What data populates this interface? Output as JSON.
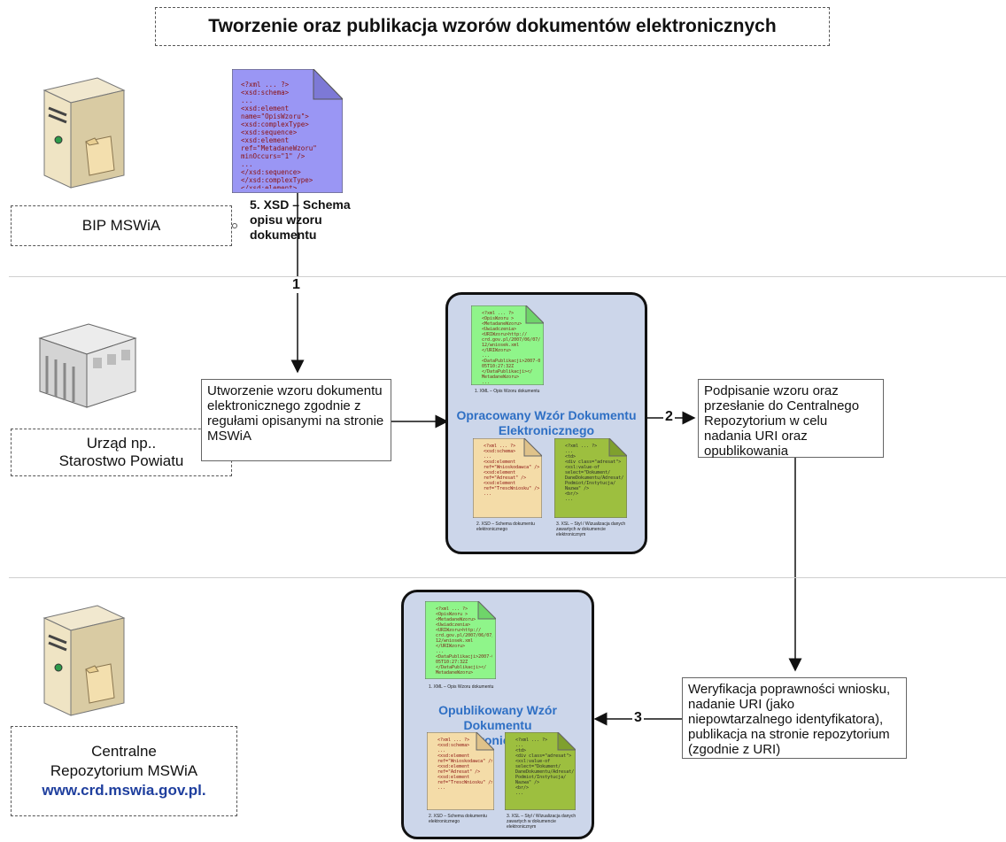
{
  "title": "Tworzenie oraz publikacja wzorów dokumentów elektronicznych",
  "lanes": {
    "top": {
      "label": "BIP MSWiA"
    },
    "middle": {
      "label_line1": "Urząd np..",
      "label_line2": "Starostwo Powiatu"
    },
    "bottom": {
      "label_line1": "Centralne",
      "label_line2": "Repozytorium MSWiA",
      "url": "www.crd.mswia.gov.pl."
    }
  },
  "xsd_doc": {
    "code": "<?xml ... ?>\n<xsd:schema>\n...\n<xsd:element\nname=\"OpisWzoru\">\n<xsd:complexType>\n<xsd:sequence>\n<xsd:element\nref=\"MetadaneWzoru\"\nminOccurs=\"1\" />\n...\n</xsd:sequence>\n</xsd:complexType>\n</xsd:element>",
    "caption_line1": "5. XSD – Schema",
    "caption_line2": "opisu wzoru",
    "caption_line3": "dokumentu"
  },
  "boxes": {
    "create": "Utworzenie wzoru dokumentu elektronicznego zgodnie z regułami opisanymi na stronie MSWiA",
    "sign": "Podpisanie wzoru oraz przesłanie do Centralnego Repozytorium w celu nadania URI oraz opublikowania",
    "verify": "Weryfikacja poprawności wniosku, nadanie URI (jako niepowtarzalnego identyfikatora), publikacja na stronie repozytorium (zgodnie z URI)"
  },
  "steps": {
    "s1": "1",
    "s2": "2",
    "s3": "3"
  },
  "panels": {
    "draft": {
      "title_line1": "Opracowany Wzór Dokumentu",
      "title_line2": "Elektronicznego"
    },
    "published": {
      "title_line1": "Opublikowany Wzór Dokumentu",
      "title_line2": "Elektronicznego"
    }
  },
  "mini_docs": {
    "xml_code": "<?xml ... ?>\n<OpisWzoru >\n<MetadaneWzoru>\n<Uwiadczenia>\n<URIWzoru>http://\ncrd.gov.pl/2007/06/07/\n12/wniosek.xml\n</URIWzoru>\n...\n<DataPublikacji>2007-06-\n05T10:27:32Z\n</DataPublikacji></\nMetadaneWzoru>\n...",
    "xml_caption": "1. XML – Opis Wzoru dokumentu",
    "xsd_code": "<?xml ... ?>\n<xsd:schema>\n...\n<xsd:element\nref=\"Wnioskodawca\" />\n<xsd:element\nref=\"Adresat\" />\n<xsd:element\nref=\"TrescWniosku\" />\n...",
    "xsd_caption": "2. XSD – Schema dokumentu elektronicznego",
    "xsl_code": "<?xml ... ?>\n...\n<td>\n<div class=\"adresat\">\n<xsl:value-of\nselect=\"Dokument/\nDaneDokumentu/Adresat/\nPodmiot/Instytucja/\nNazwa\" />\n<br/>\n...",
    "xsl_caption": "3. XSL – Styl / Wizualizacja danych zawartych w dokumencie elektronicznym"
  },
  "colors": {
    "panel_bg": "#ccd6ea",
    "panel_title": "#2e6fc4",
    "xsd_doc": "#9a96f4",
    "xml_doc": "#8ff58a",
    "xsd_mini": "#f4dca8",
    "xsl_mini": "#9dbf3f",
    "url": "#1f3f9e"
  },
  "icons": {
    "server": "server-icon",
    "building": "building-icon",
    "document": "document-icon"
  }
}
